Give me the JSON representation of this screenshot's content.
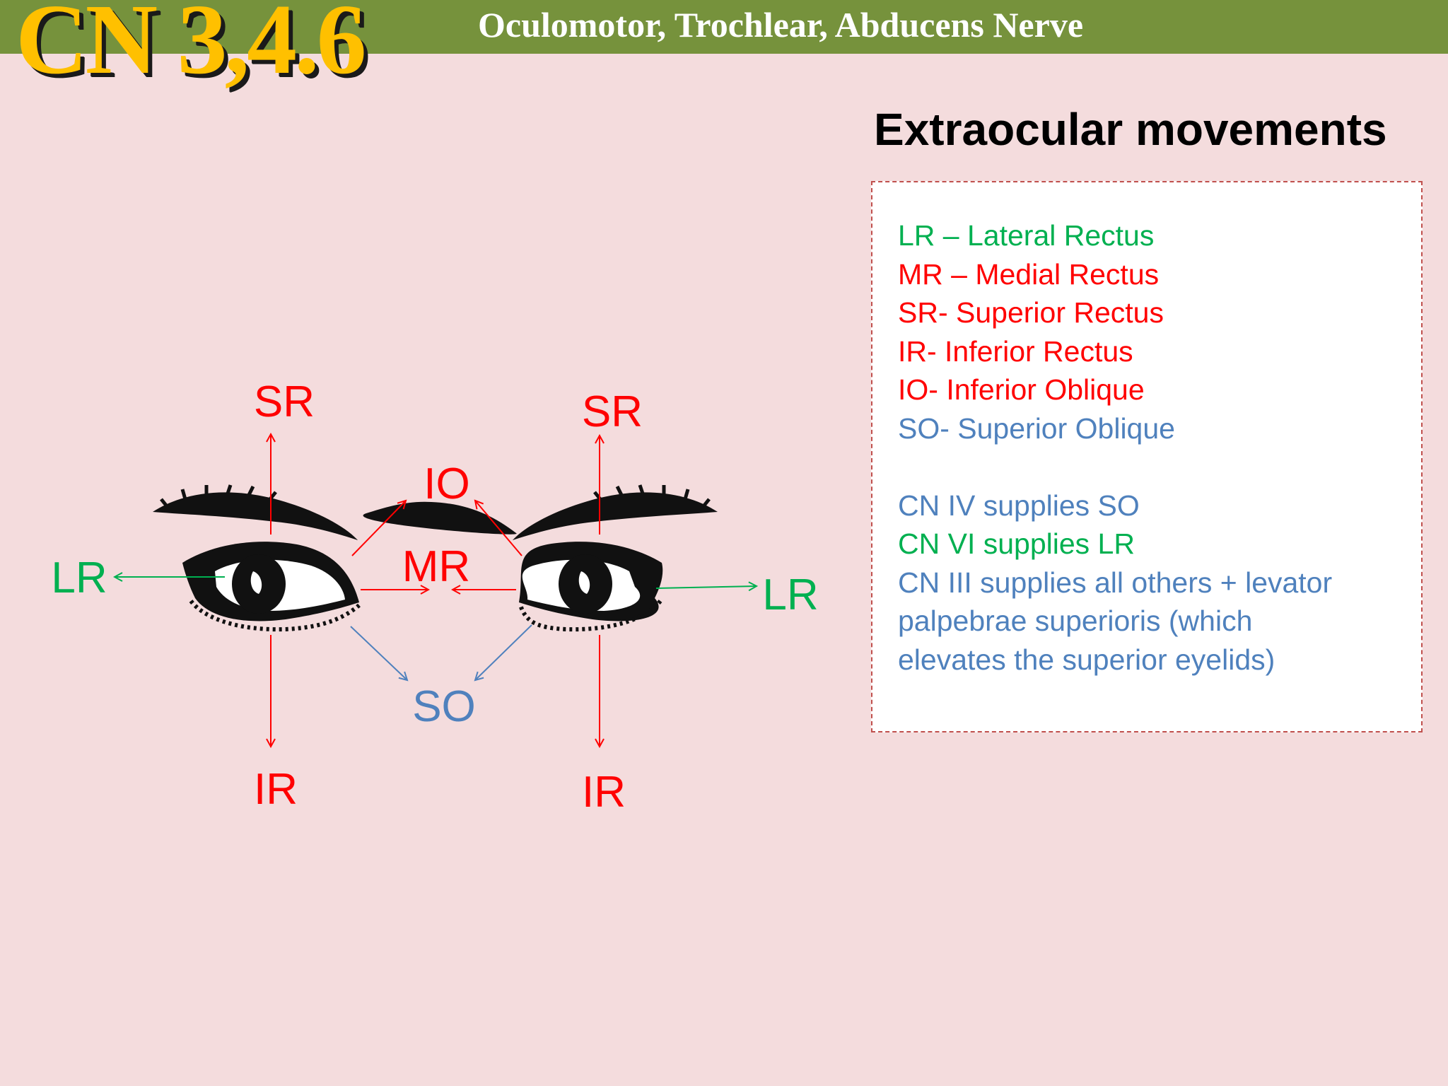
{
  "header": {
    "title": "CN 3,4.6",
    "subtitle": "Oculomotor, Trochlear, Abducens Nerve"
  },
  "heading": "Extraocular movements",
  "legend": {
    "abbreviations": [
      {
        "text": "LR – Lateral Rectus",
        "color": "green"
      },
      {
        "text": "MR – Medial Rectus",
        "color": "red"
      },
      {
        "text": "SR- Superior Rectus",
        "color": "red"
      },
      {
        "text": "IR- Inferior Rectus",
        "color": "red"
      },
      {
        "text": "IO- Inferior Oblique",
        "color": "red"
      },
      {
        "text": "SO- Superior Oblique",
        "color": "blue"
      }
    ],
    "supplies": [
      {
        "text": "CN IV supplies SO",
        "color": "blue"
      },
      {
        "text": "CN VI supplies LR",
        "color": "green"
      },
      {
        "text": "CN III supplies all others + levator",
        "color": "blue"
      },
      {
        "text": "palpebrae superioris (which",
        "color": "blue"
      },
      {
        "text": "elevates the superior eyelids)",
        "color": "blue"
      }
    ]
  },
  "diagram_labels": {
    "sr_left": "SR",
    "sr_right": "SR",
    "io": "IO",
    "mr": "MR",
    "lr_left": "LR",
    "lr_right": "LR",
    "so": "SO",
    "ir_left": "IR",
    "ir_right": "IR"
  },
  "colors": {
    "header_bar": "#76923c",
    "title": "#ffc000",
    "background": "#f4dcdd",
    "green": "#00b050",
    "red": "#ff0000",
    "blue": "#4f81bd",
    "legend_border": "#c0504d"
  }
}
